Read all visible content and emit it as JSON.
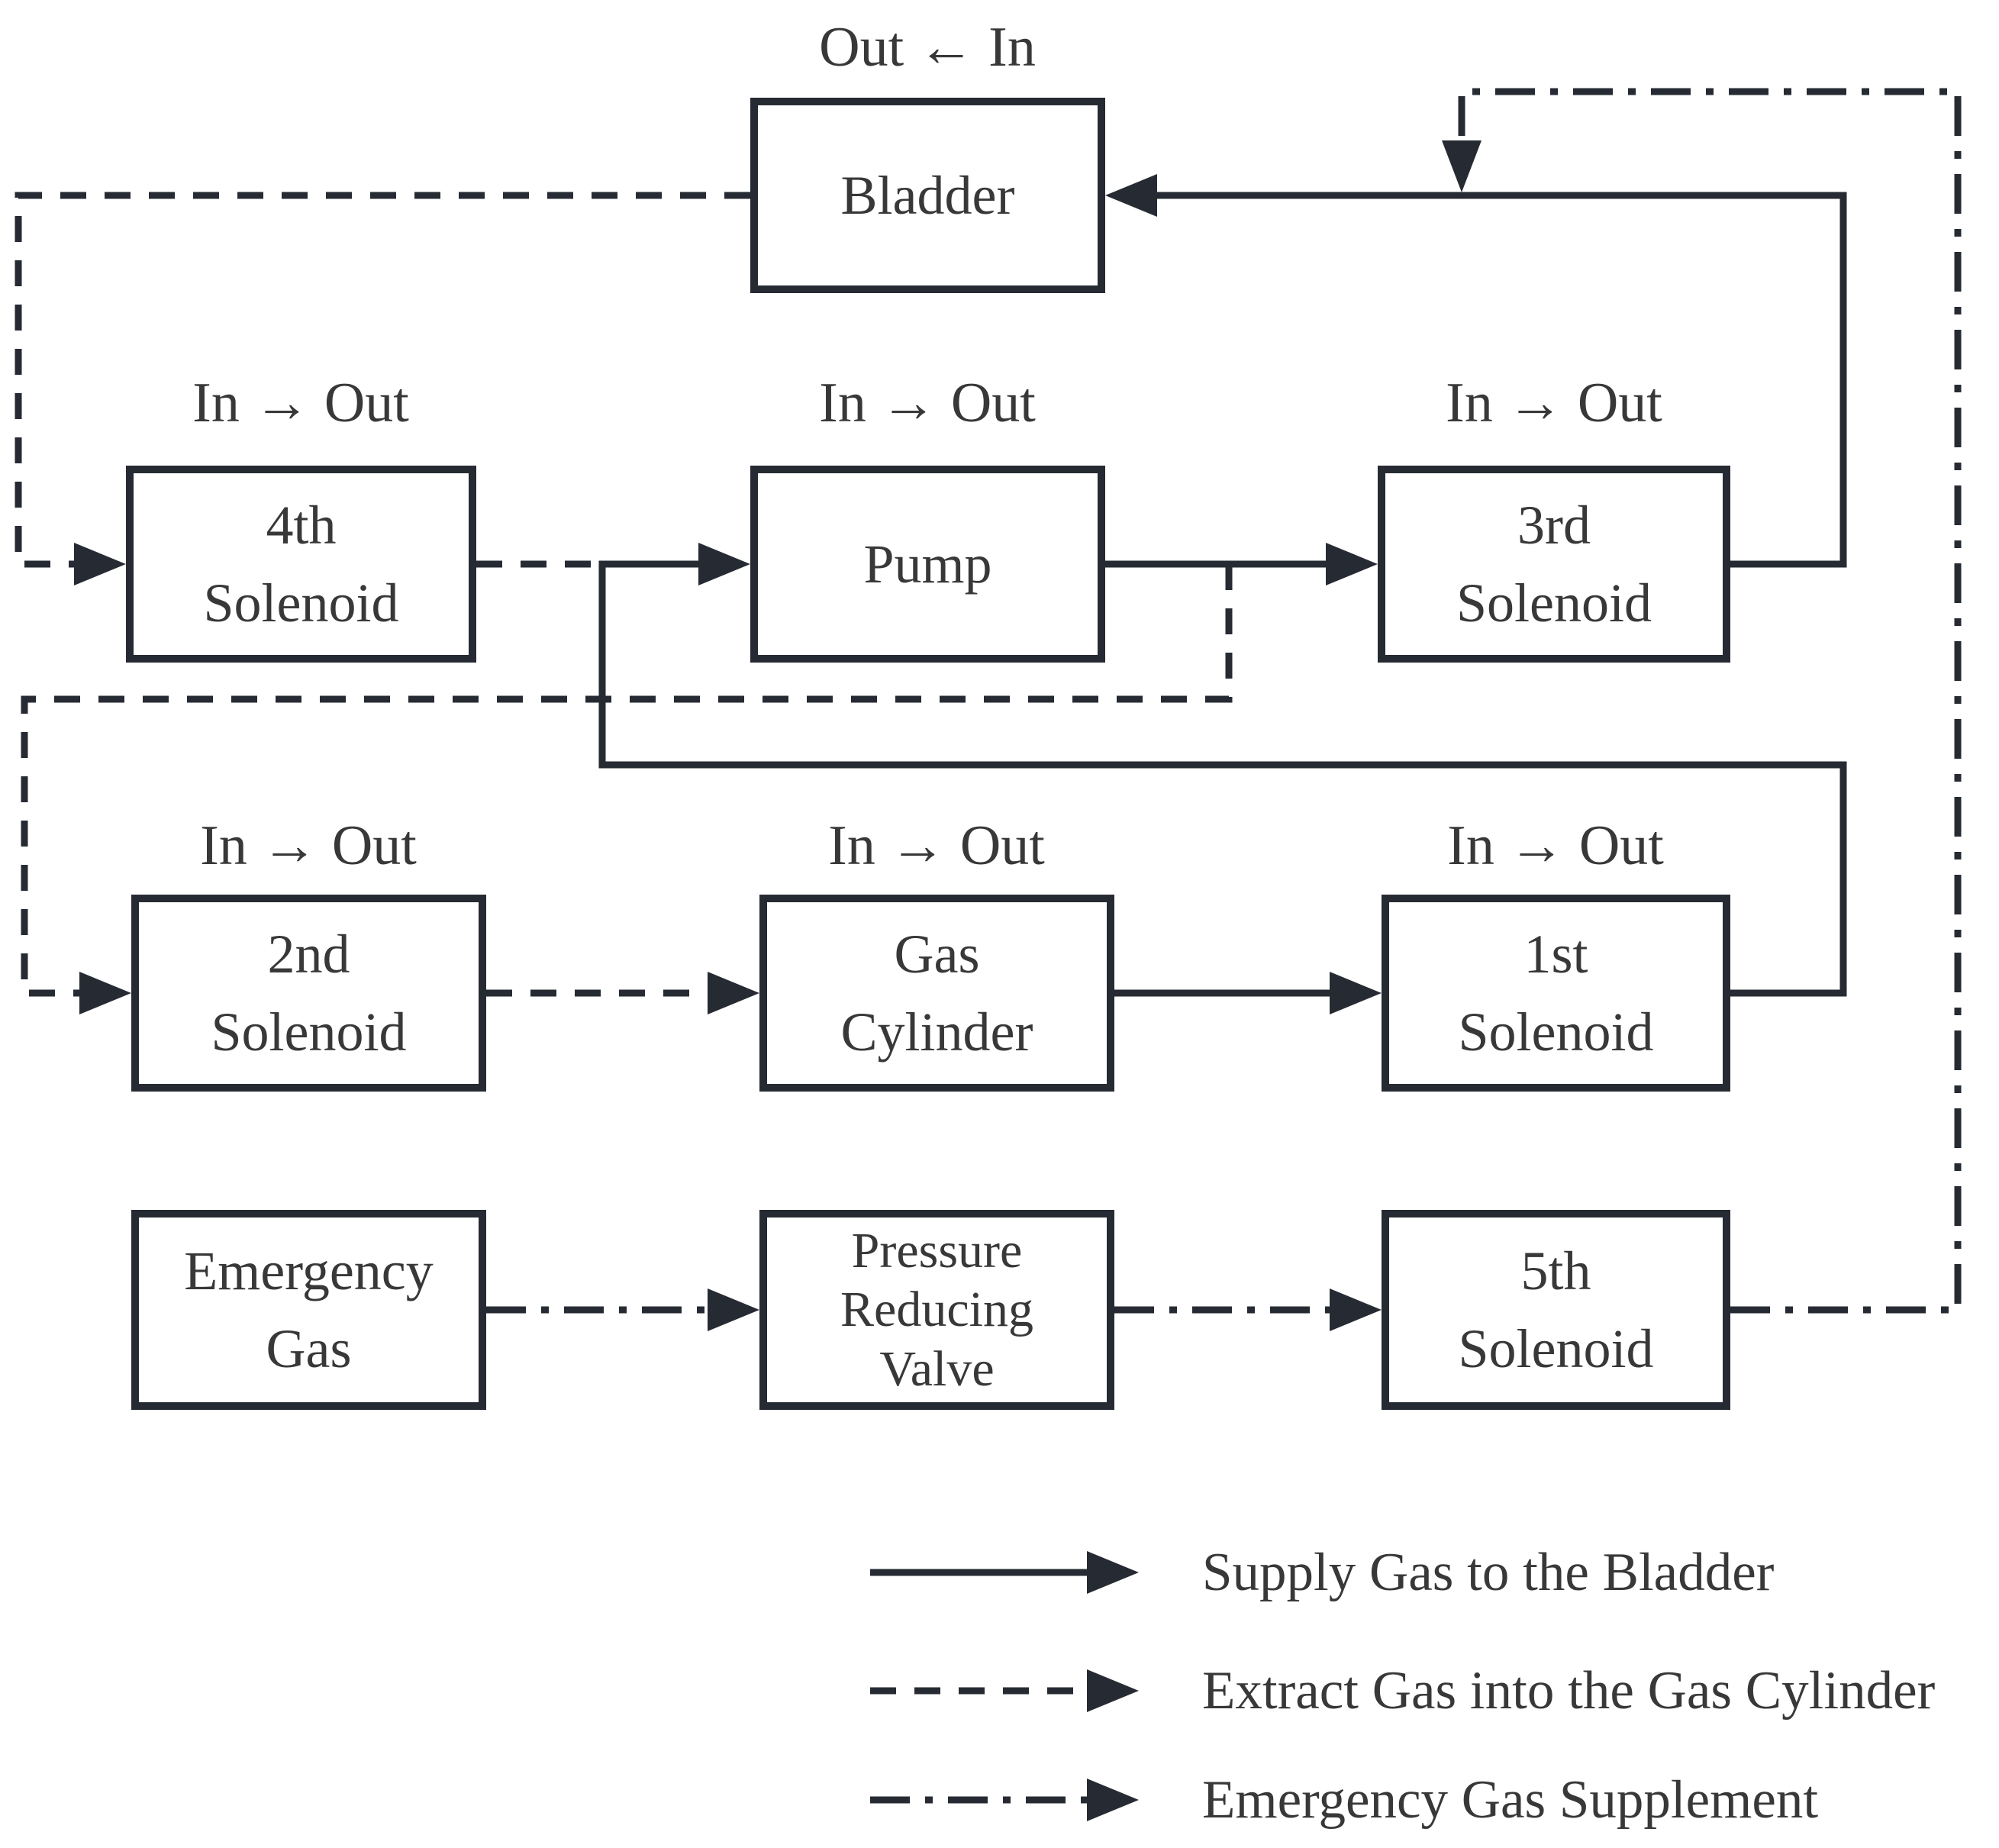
{
  "nodes": {
    "bladder": {
      "label": "Bladder",
      "direction_label": "Out ← In"
    },
    "solenoid4": {
      "label": "4th\nSolenoid",
      "direction_label": "In → Out"
    },
    "pump": {
      "label": "Pump",
      "direction_label": "In → Out"
    },
    "solenoid3": {
      "label": "3rd\nSolenoid",
      "direction_label": "In → Out"
    },
    "solenoid2": {
      "label": "2nd\nSolenoid",
      "direction_label": "In → Out"
    },
    "gas_cylinder": {
      "label": "Gas\nCylinder",
      "direction_label": "In → Out"
    },
    "solenoid1": {
      "label": "1st\nSolenoid",
      "direction_label": "In → Out"
    },
    "emergency_gas": {
      "label": "Emergency\nGas"
    },
    "pressure_reducing_valve": {
      "label": "Pressure\nReducing\nValve"
    },
    "solenoid5": {
      "label": "5th\nSolenoid"
    }
  },
  "legend": {
    "items": [
      {
        "style": "solid",
        "label": "Supply Gas to the Bladder"
      },
      {
        "style": "dashed",
        "label": "Extract Gas into the Gas Cylinder"
      },
      {
        "style": "dash-dot",
        "label": "Emergency Gas Supplement"
      }
    ]
  },
  "colors": {
    "line": "#262b33",
    "text": "#383838",
    "background": "#ffffff"
  }
}
